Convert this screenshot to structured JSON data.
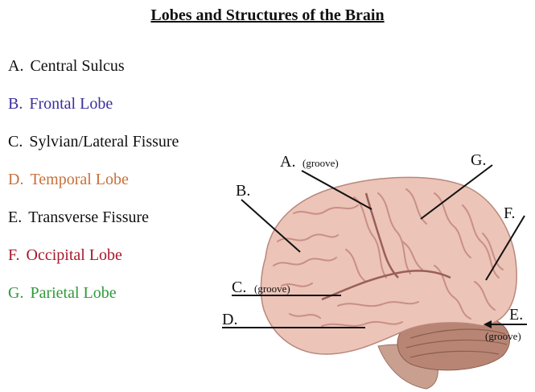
{
  "title": "Lobes and Structures of the Brain",
  "legend": [
    {
      "letter": "A.",
      "label": "Central Sulcus",
      "color": "#111111"
    },
    {
      "letter": "B.",
      "label": "Frontal Lobe",
      "color": "#3b2e9e"
    },
    {
      "letter": "C.",
      "label": "Sylvian/Lateral Fissure",
      "color": "#111111"
    },
    {
      "letter": "D.",
      "label": "Temporal Lobe",
      "color": "#c8703a"
    },
    {
      "letter": "E.",
      "label": "Transverse Fissure",
      "color": "#111111"
    },
    {
      "letter": "F.",
      "label": "Occipital Lobe",
      "color": "#a8182a"
    },
    {
      "letter": "G.",
      "label": "Parietal Lobe",
      "color": "#2f9a3a"
    }
  ],
  "callouts": {
    "a": {
      "letter": "A.",
      "note": "(groove)"
    },
    "b": {
      "letter": "B."
    },
    "c": {
      "letter": "C.",
      "note": "(groove)"
    },
    "d": {
      "letter": "D."
    },
    "e": {
      "letter": "E.",
      "note": "(groove)"
    },
    "f": {
      "letter": "F."
    },
    "g": {
      "letter": "G."
    }
  },
  "colors": {
    "brain_fill": "#ecc4b8",
    "brain_folds": "#c98f85",
    "cerebellum": "#b88574",
    "brainstem": "#c9a090"
  }
}
